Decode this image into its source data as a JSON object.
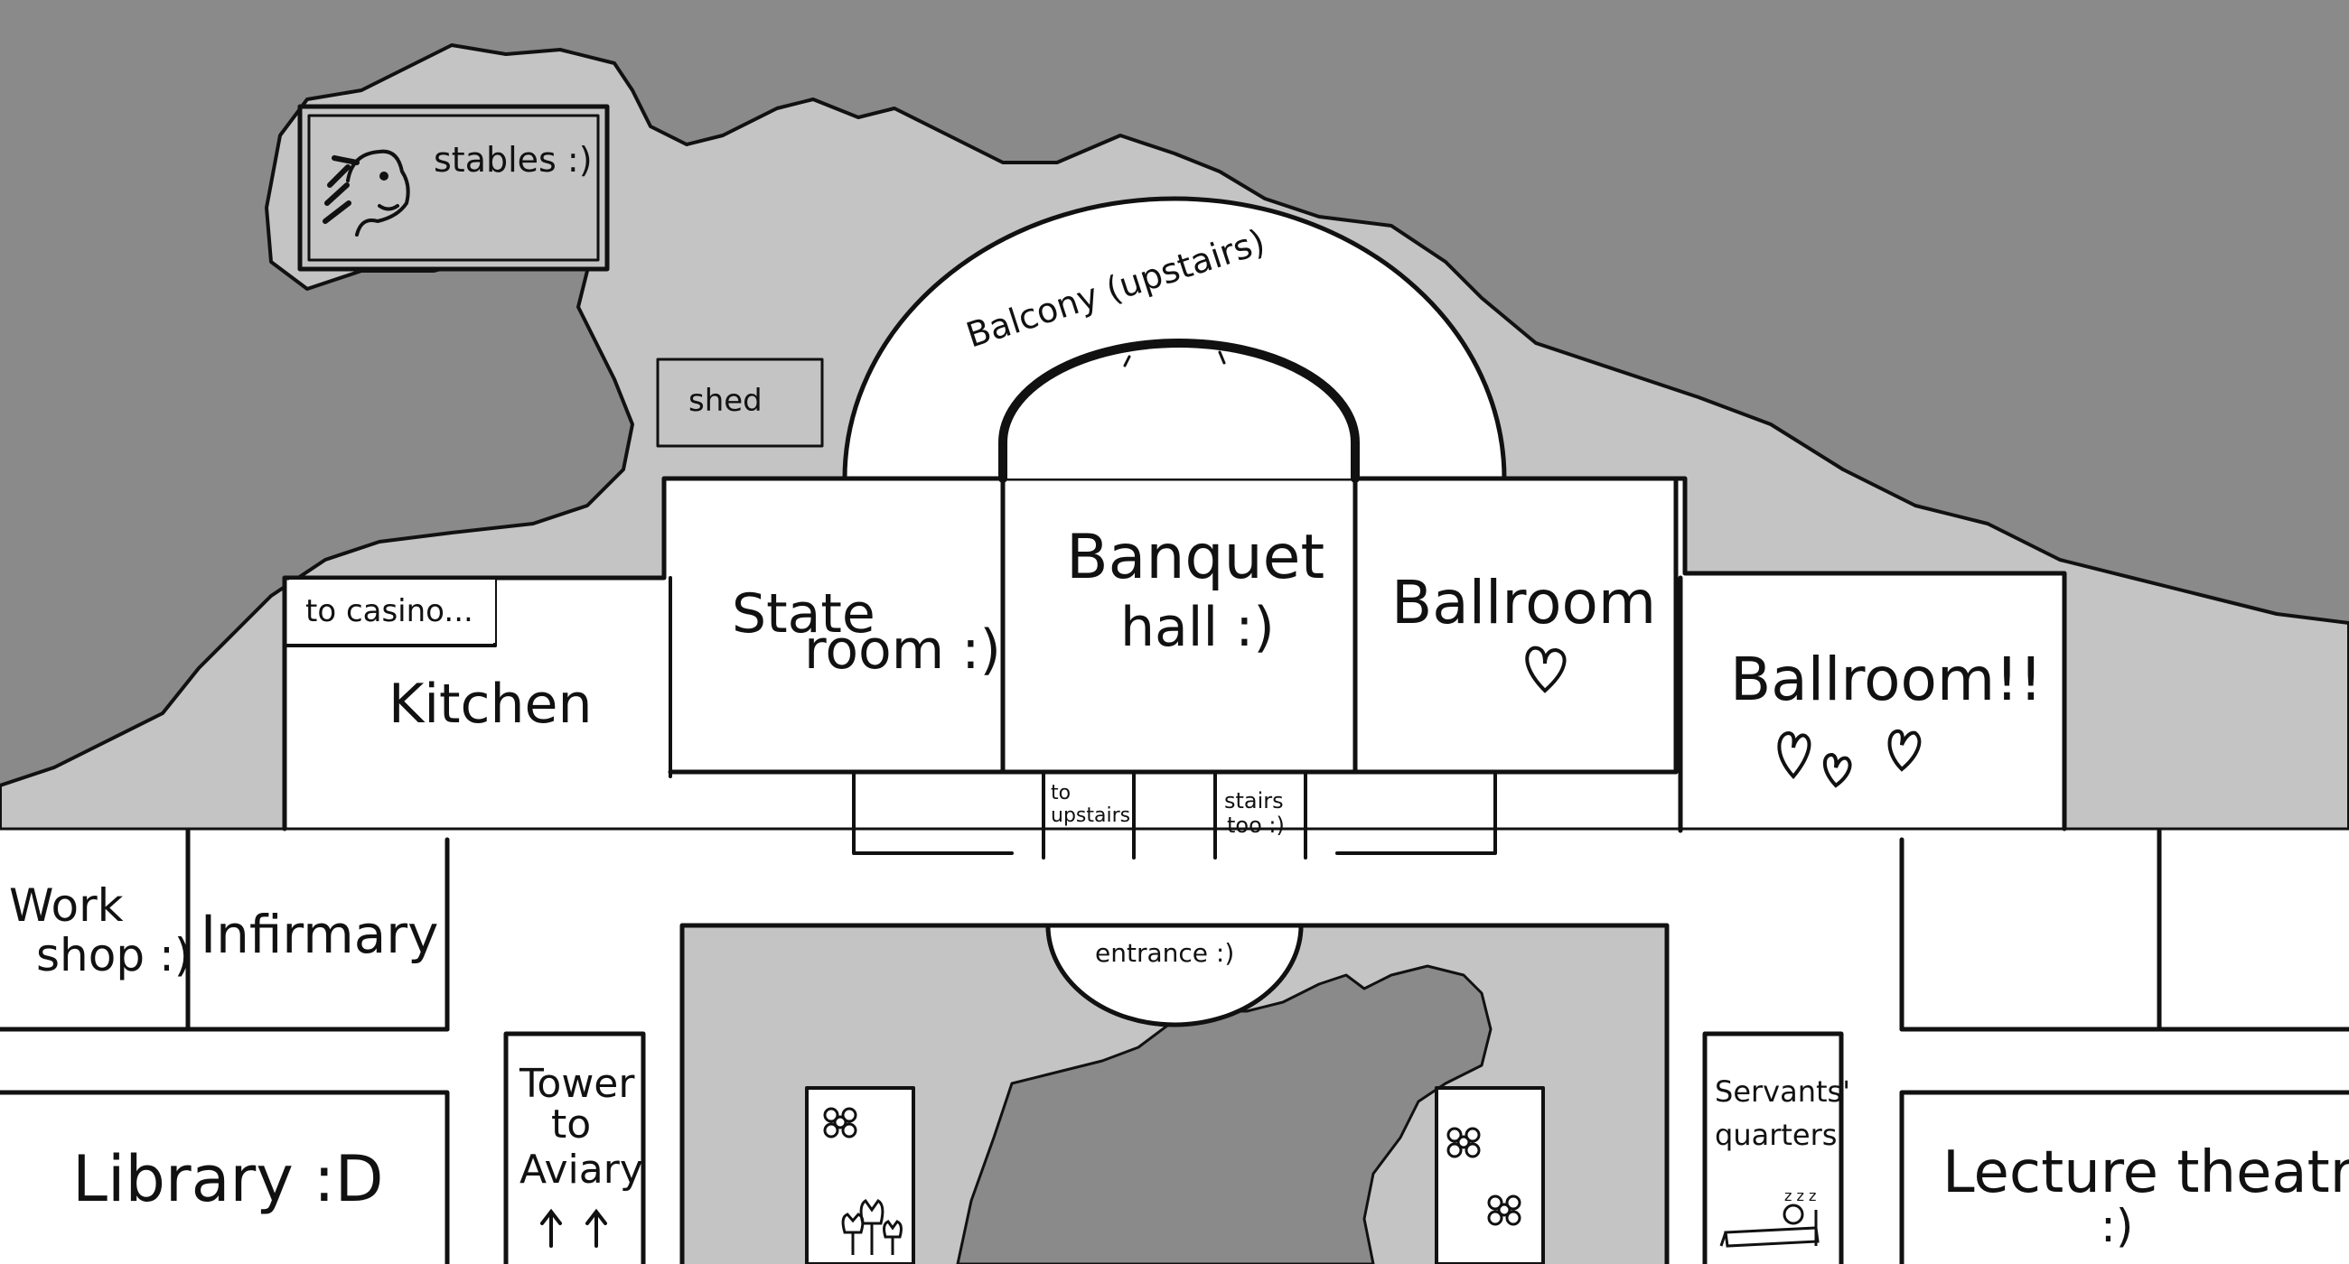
{
  "map": {
    "colors": {
      "dark_ground": "#8a8a8a",
      "light_ground": "#c4c4c4",
      "room": "#ffffff",
      "ink": "#111111"
    },
    "rooms": {
      "stables": "stables :)",
      "shed": "shed",
      "balcony": "Balcony (upstairs)",
      "to_casino": "to casino...",
      "kitchen": "Kitchen",
      "state_room": [
        "State",
        "room :)"
      ],
      "banquet_hall": [
        "Banquet",
        "hall :)"
      ],
      "ballroom": "Ballroom",
      "ballroom_2": "Ballroom!!",
      "to_upstairs": [
        "to",
        "upstairs"
      ],
      "stairs_too": [
        "stairs",
        "too :)"
      ],
      "workshop": [
        "Work",
        "shop :)"
      ],
      "infirmary": "Infirmary",
      "entrance": "entrance :)",
      "library": "Library :D",
      "tower_to_aviary": [
        "Tower",
        "to",
        "Aviary"
      ],
      "servants_quarters": [
        "Servants'",
        "quarters"
      ],
      "lecture_theatre": [
        "Lecture theatre",
        ":)"
      ]
    },
    "icons": [
      "horse-head-icon",
      "heart-icon",
      "flower-icon",
      "tulip-icon",
      "arrow-up-icon",
      "sleeping-figure-icon"
    ]
  }
}
